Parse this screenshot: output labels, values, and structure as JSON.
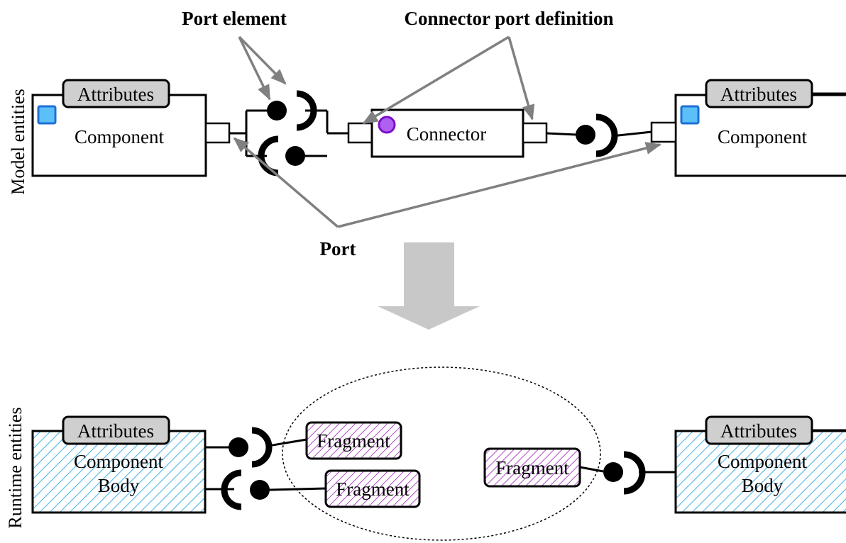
{
  "side_labels": {
    "model": "Model entities",
    "runtime": "Runtime entities"
  },
  "callouts": {
    "port_element": "Port element",
    "connector_port_definition": "Connector port definition",
    "port": "Port"
  },
  "model": {
    "left_component": {
      "attributes": "Attributes",
      "name": "Component"
    },
    "connector": {
      "name": "Connector"
    },
    "right_component": {
      "attributes": "Attributes",
      "name": "Component"
    }
  },
  "runtime": {
    "left_component": {
      "attributes": "Attributes",
      "line1": "Component",
      "line2": "Body"
    },
    "fragments": [
      "Fragment",
      "Fragment",
      "Fragment"
    ],
    "right_component": {
      "attributes": "Attributes",
      "line1": "Component",
      "line2": "Body"
    }
  },
  "colors": {
    "attributes_fill": "#cfcfcf",
    "component_icon": "#5bc0f8",
    "connector_icon": "#b060f0",
    "body_hatch": "#4fb6e6",
    "fragment_hatch": "#b048c8",
    "pointer": "#808080",
    "transform_arrow": "#c8c8c8"
  }
}
